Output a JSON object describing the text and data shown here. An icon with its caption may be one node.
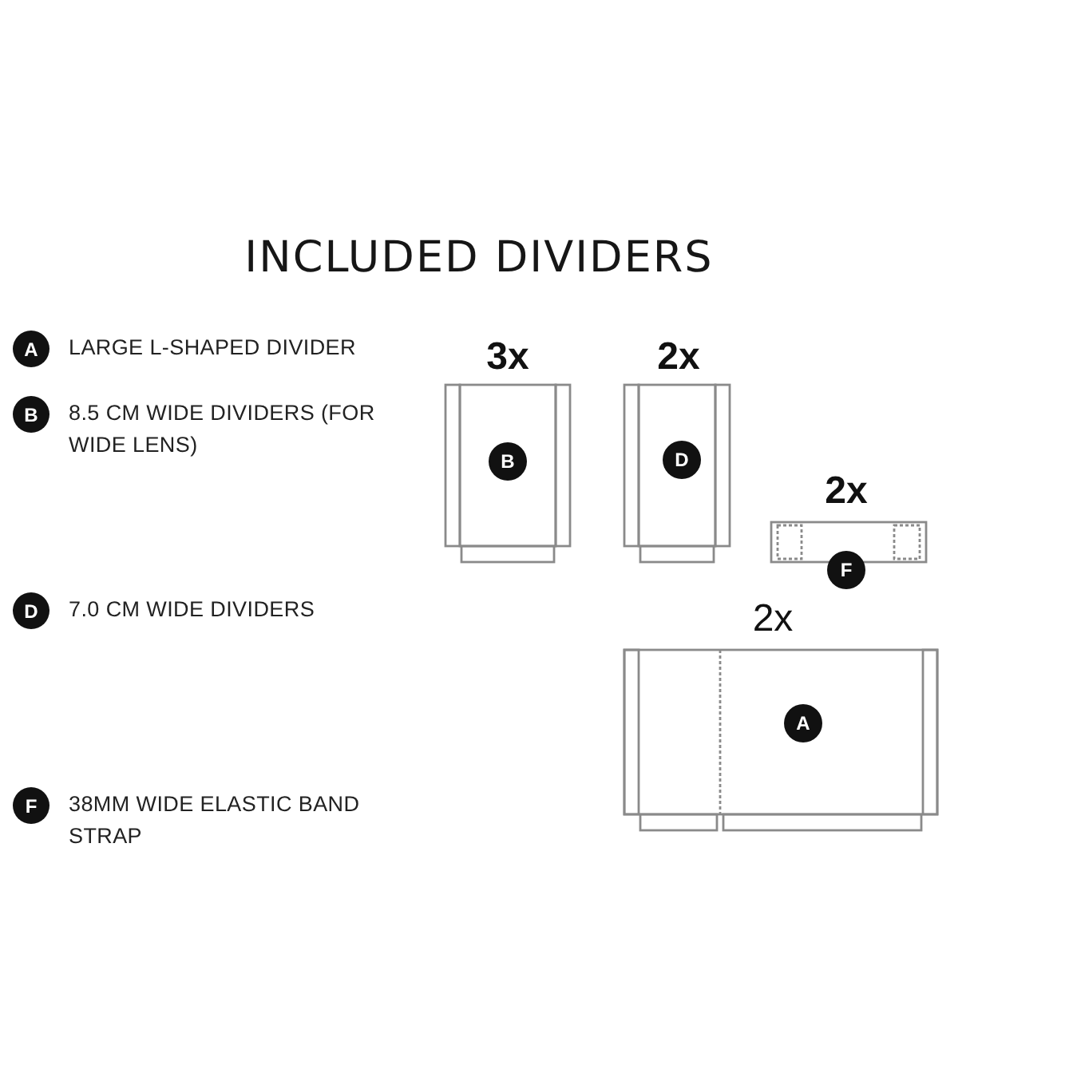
{
  "diagram": {
    "title": "INCLUDED DIVIDERS",
    "nodes": [
      {
        "text": [
          "A"
        ],
        "beside": [
          "LARGE L-SHAPED DIVIDER"
        ]
      },
      {
        "text": [
          "B"
        ],
        "beside": [
          "8.5 CM WIDE DIVIDERS (FOR WIDE LENS)"
        ]
      },
      {
        "text": [],
        "shape": "picture",
        "beside": [
          "3x"
        ]
      },
      {
        "text": [
          "B"
        ],
        "in": 2
      },
      {
        "text": [],
        "shape": "picture",
        "beside": [
          "2x"
        ]
      },
      {
        "text": [
          "D"
        ],
        "in": 4
      },
      {
        "text": [],
        "shape": "picture",
        "beside": [
          "2x"
        ]
      },
      {
        "text": [
          "F"
        ]
      },
      {
        "text": [
          "D"
        ],
        "beside": [
          "7.0 CM WIDE DIVIDERS"
        ]
      },
      {
        "text": [],
        "shape": "picture",
        "beside": [
          "2x"
        ]
      },
      {
        "text": [
          "A"
        ],
        "in": 9
      },
      {
        "text": [
          "F"
        ],
        "beside": [
          "38MM WIDE ELASTIC BAND STRAP"
        ]
      }
    ]
  }
}
